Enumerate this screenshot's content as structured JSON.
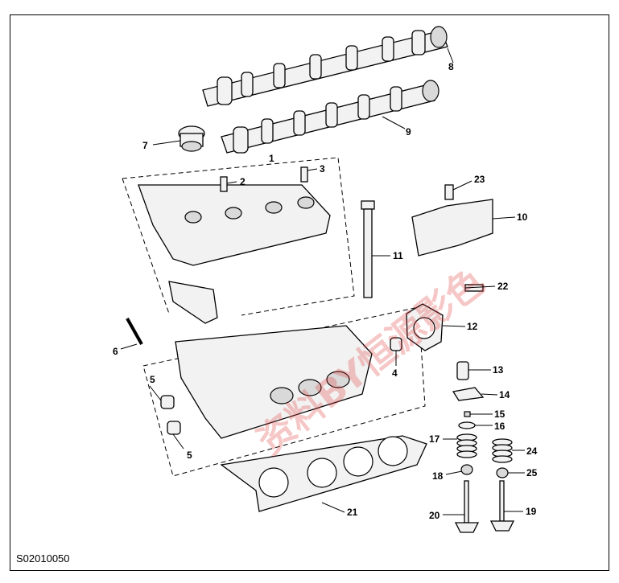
{
  "diagram": {
    "reference_code": "S02010050",
    "watermark_text": "资料BY恒源影色",
    "callouts": [
      "1",
      "2",
      "3",
      "4",
      "5",
      "5",
      "6",
      "7",
      "8",
      "9",
      "10",
      "11",
      "12",
      "13",
      "14",
      "15",
      "16",
      "17",
      "18",
      "19",
      "20",
      "21",
      "22",
      "23",
      "24",
      "25"
    ],
    "colors": {
      "line": "#000000",
      "part_fill": "#f2f2f2",
      "watermark": "#e23a3a"
    }
  }
}
